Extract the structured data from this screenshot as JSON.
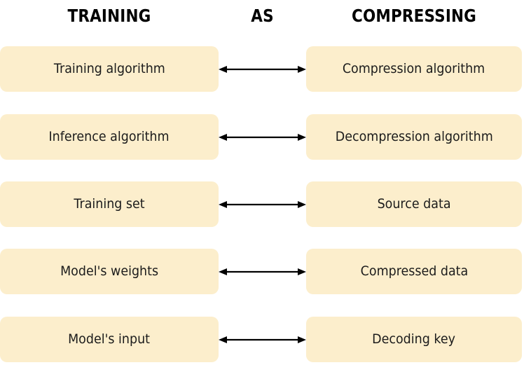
{
  "headers": {
    "left": "TRAINING",
    "middle": "AS",
    "right": "COMPRESSING"
  },
  "colors": {
    "box_fill": "#fceecc",
    "text": "#1b1b1b",
    "header_text": "#000000",
    "arrow": "#000000",
    "background": "#ffffff"
  },
  "rows": [
    {
      "left": "Training algorithm",
      "right": "Compression algorithm",
      "relation": "bidirectional-arrow"
    },
    {
      "left": "Inference algorithm",
      "right": "Decompression algorithm",
      "relation": "bidirectional-arrow"
    },
    {
      "left": "Training set",
      "right": "Source data",
      "relation": "bidirectional-arrow"
    },
    {
      "left": "Model's weights",
      "right": "Compressed data",
      "relation": "bidirectional-arrow"
    },
    {
      "left": "Model's input",
      "right": "Decoding key",
      "relation": "bidirectional-arrow"
    }
  ]
}
